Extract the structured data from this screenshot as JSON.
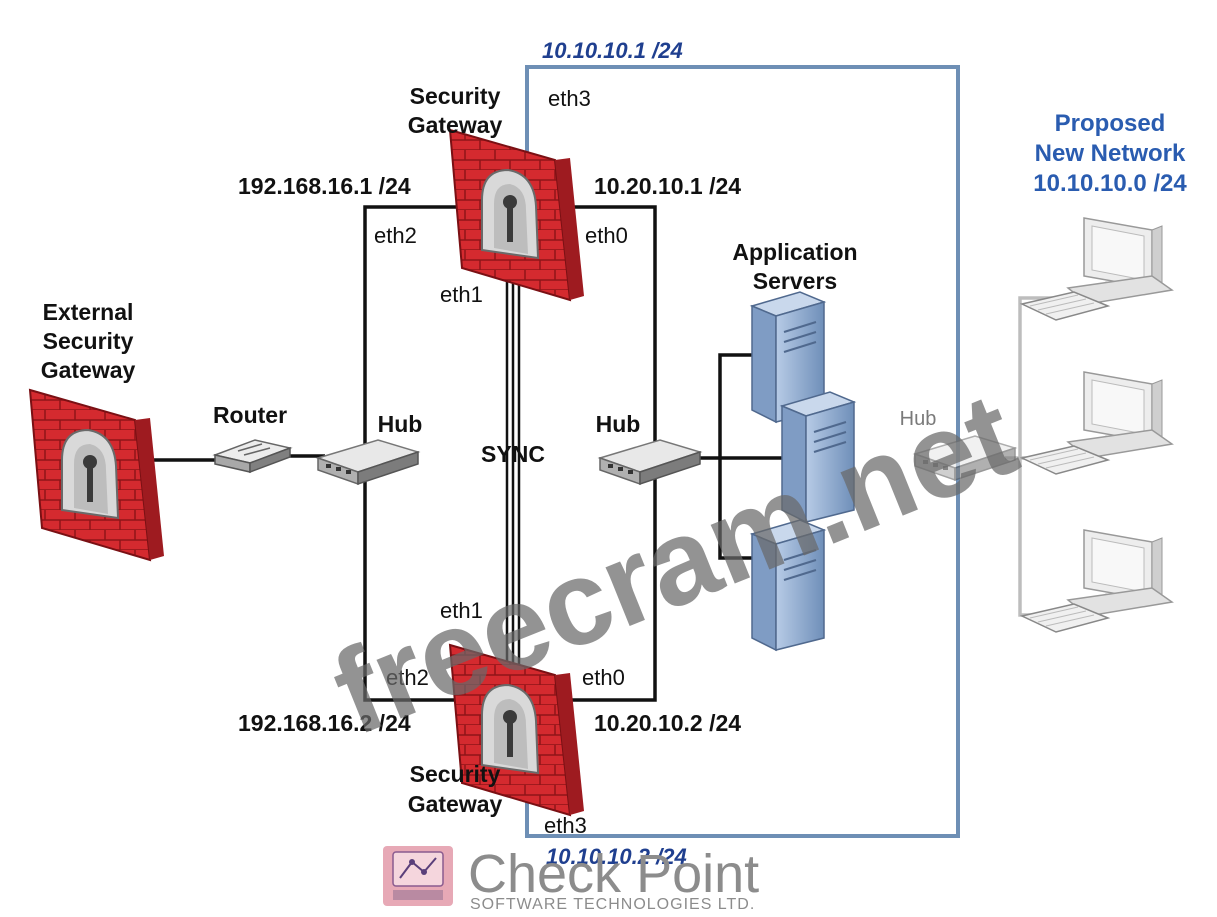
{
  "labels": {
    "sg_top_title_1": "Security",
    "sg_top_title_2": "Gateway",
    "sg_bottom_title_1": "Security",
    "sg_bottom_title_2": "Gateway",
    "ext_gw_1": "External",
    "ext_gw_2": "Security",
    "ext_gw_3": "Gateway",
    "router": "Router",
    "hub_left": "Hub",
    "hub_mid": "Hub",
    "hub_right": "Hub",
    "sync": "SYNC",
    "app_servers_1": "Application",
    "app_servers_2": "Servers",
    "proposed_1": "Proposed",
    "proposed_2": "New Network",
    "proposed_3": "10.10.10.0 /24"
  },
  "addresses": {
    "top_eth3": "10.10.10.1 /24",
    "top_eth2": "192.168.16.1 /24",
    "top_eth0": "10.20.10.1 /24",
    "bottom_eth2": "192.168.16.2 /24",
    "bottom_eth0": "10.20.10.2 /24",
    "bottom_eth3": "10.10.10.2 /24"
  },
  "interfaces": {
    "top_eth3": "eth3",
    "top_eth2": "eth2",
    "top_eth0": "eth0",
    "top_eth1": "eth1",
    "bottom_eth1": "eth1",
    "bottom_eth2": "eth2",
    "bottom_eth0": "eth0",
    "bottom_eth3": "eth3"
  },
  "watermark": "freecram.net",
  "logo": {
    "name": "Check Point",
    "tagline": "SOFTWARE TECHNOLOGIES LTD."
  },
  "colors": {
    "firewall_red": "#d42a2f",
    "firewall_red_dark": "#8e1418",
    "network_box_blue": "#6e8fb5",
    "ip_label_blue": "#1f3f8f",
    "network_title_blue": "#2a5cb0",
    "server_blue": "#8aa8cf",
    "line_grey": "#bdbdbd"
  }
}
